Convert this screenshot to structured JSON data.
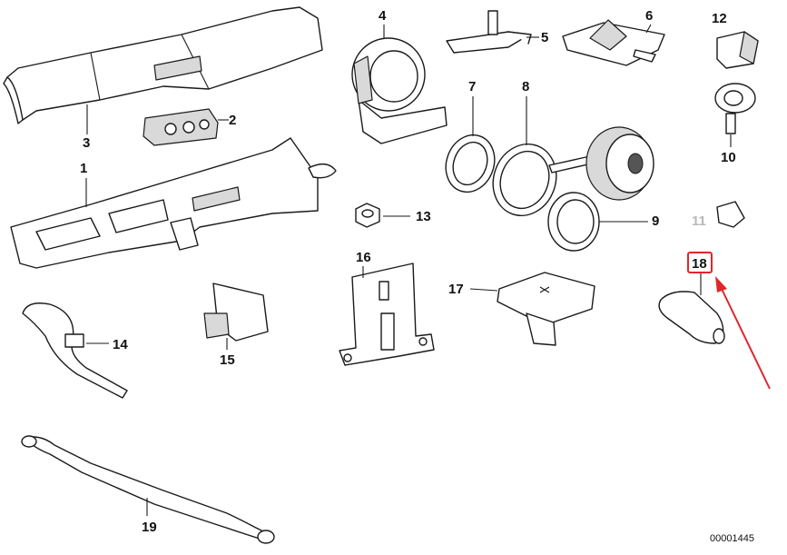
{
  "callouts": {
    "c1": "1",
    "c2": "2",
    "c3": "3",
    "c4": "4",
    "c5": "5",
    "c6": "6",
    "c7": "7",
    "c8": "8",
    "c9": "9",
    "c10": "10",
    "c11": "11",
    "c12": "12",
    "c13": "13",
    "c14": "14",
    "c15": "15",
    "c16": "16",
    "c17": "17",
    "c18": "18",
    "c19": "19"
  },
  "highlight": {
    "callout": "18",
    "color": "#e0262b"
  },
  "dimmed_callout": "11",
  "reference_number": "00001445"
}
